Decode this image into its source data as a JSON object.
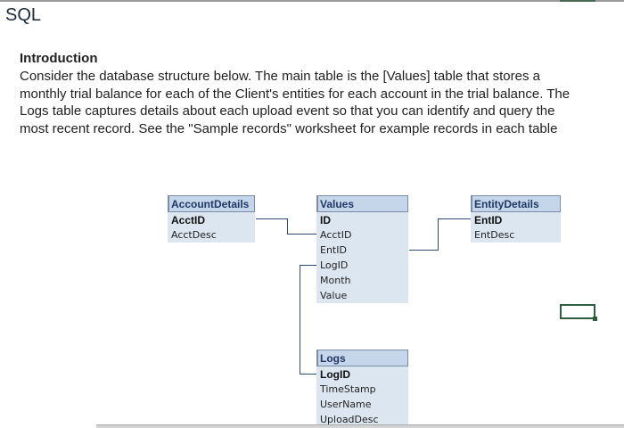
{
  "sheet_title": "SQL",
  "intro": {
    "heading": "Introduction",
    "body": "Consider the database structure below.  The main table is the [Values] table that stores a monthly trial balance for each of the Client's entities for each account in the trial balance.  The Logs table captures details about each upload event so that you can identify and query the most recent record.  See the \"Sample records\" worksheet for example records in each table"
  },
  "tables": {
    "account": {
      "name": "AccountDetails",
      "fields": [
        "AcctID",
        "AcctDesc"
      ]
    },
    "values": {
      "name": "Values",
      "fields": [
        "ID",
        "AcctID",
        "EntID",
        "LogID",
        "Month",
        "Value"
      ]
    },
    "entity": {
      "name": "EntityDetails",
      "fields": [
        "EntID",
        "EntDesc"
      ]
    },
    "logs": {
      "name": "Logs",
      "fields": [
        "LogID",
        "TimeStamp",
        "UserName",
        "UploadDesc"
      ]
    }
  },
  "colors": {
    "table_fill": "#dce6f1",
    "header_fill": "#c5d5ea",
    "connector": "#2f4a6a",
    "selection": "#2e5e3e"
  }
}
